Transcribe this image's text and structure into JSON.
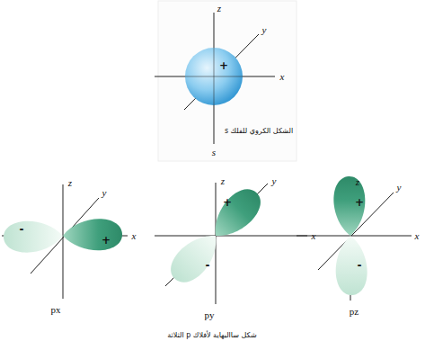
{
  "diagram": {
    "caption": "شكل ساالبهاية لأفلاك p الثلاثة",
    "labels": [
      "z",
      "y",
      "x",
      "+",
      "s",
      "الشكل الكروي للفلك s",
      "z",
      "y",
      "-",
      "+",
      "x",
      "px",
      "z",
      "y",
      "+",
      "-",
      "x",
      "py",
      "z",
      "y",
      "+",
      "x",
      "-",
      "pz"
    ]
  }
}
